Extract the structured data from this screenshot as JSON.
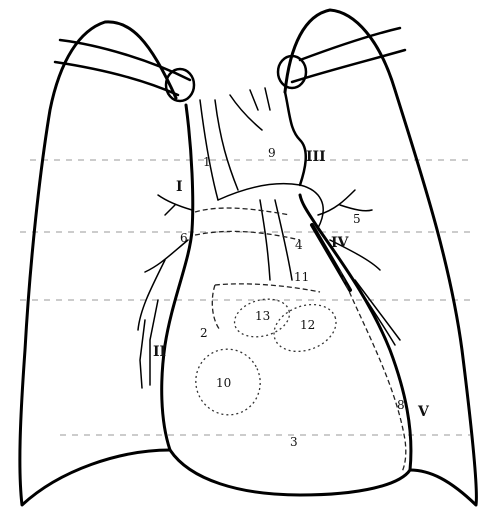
{
  "labels": {
    "n1": "1",
    "n2": "2",
    "n3": "3",
    "n4": "4",
    "n5": "5",
    "n6": "6",
    "n8": "8",
    "n9": "9",
    "n10": "10",
    "n11": "11",
    "n12": "12",
    "n13": "13",
    "r1": "I",
    "r2": "II",
    "r3": "III",
    "r4": "IV",
    "r5": "V"
  }
}
